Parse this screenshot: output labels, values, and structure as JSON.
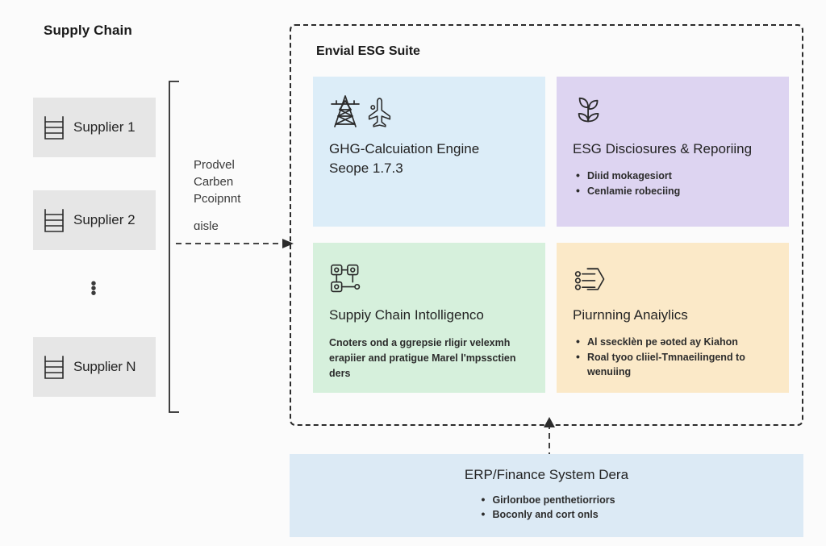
{
  "supply_chain": {
    "title": "Supply Chain",
    "suppliers": [
      {
        "label": "Supplier 1",
        "icon": "stacked-list-icon"
      },
      {
        "label": "Supplier 2",
        "icon": "stacked-list-icon"
      },
      {
        "label": "Supplier N",
        "icon": "stacked-list-icon"
      }
    ],
    "ellipsis": "⋮",
    "flow_label": {
      "line1": "Prodvel",
      "line2": "Carben",
      "line3": "Pcoipnnt",
      "line4": "ɑisle"
    }
  },
  "suite": {
    "title": "Envial ESG Suite",
    "cards": [
      {
        "key": "ghg",
        "title": "GHG-Calcuiation Engine",
        "subtitle": "Seope 1.7.3",
        "icons": [
          "power-pylon-icon",
          "airplane-icon"
        ],
        "color": "#dcedf8",
        "bullets": [],
        "body": ""
      },
      {
        "key": "esg",
        "title": "ESG Disciosures & Reporiing",
        "subtitle": "",
        "icons": [
          "seedling-icon"
        ],
        "color": "#ddd4f1",
        "bullets": [
          "Diıid mokaɡeѕiort",
          "Cenlamie robeciing"
        ],
        "body": ""
      },
      {
        "key": "supply",
        "title": "Suppiy Chain Intolligenco",
        "subtitle": "",
        "icons": [
          "network-nodes-icon"
        ],
        "color": "#d6f0dc",
        "bullets": [],
        "body": "Cnoters ond a ɡɡrepsie rligir velexmh erapiier and pratiɡue Marel l'mpssctien ders"
      },
      {
        "key": "planning",
        "title": "Piurnning Anaiylics",
        "subtitle": "",
        "icons": [
          "filter-list-icon"
        ],
        "color": "#fbe9c8",
        "bullets": [
          "Al ssecklèn pe əoted ay Kiahon",
          "Roal tyoo cliiel-Tmnaeilingend to wenuiing"
        ],
        "body": ""
      }
    ]
  },
  "erp": {
    "title": "ERP/Finance System Dera",
    "bullets": [
      "Girlorıboe рenthetiorriors",
      "Boconly and cort onls"
    ],
    "color": "#dceaf5"
  },
  "colors": {
    "canvas": "#fbfbfb",
    "supplier_box": "#e6e6e6",
    "dashed_border": "#2b2b2b",
    "text": "#232323"
  }
}
